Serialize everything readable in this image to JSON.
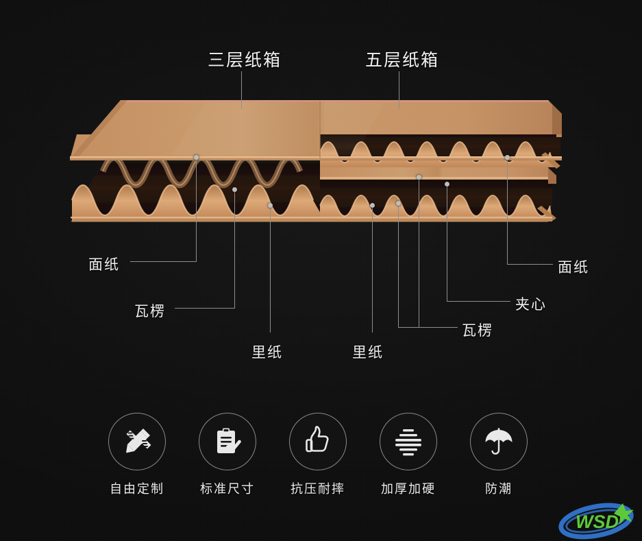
{
  "page": {
    "background_color": "#0d0d0d",
    "text_color": "#ededed",
    "line_color": "#8e8e8e",
    "board_color": "#c8996a"
  },
  "headings": {
    "three_layer": "三层纸箱",
    "five_layer": "五层纸箱"
  },
  "labels": {
    "left": {
      "face_paper": "面纸",
      "corrugated": "瓦楞",
      "inner_paper": "里纸"
    },
    "right": {
      "face_paper": "面纸",
      "core": "夹心",
      "corrugated": "瓦楞",
      "inner_paper": "里纸"
    }
  },
  "features": [
    {
      "icon": "pencil-ruler-icon",
      "label": "自由定制"
    },
    {
      "icon": "clipboard-check-icon",
      "label": "标准尺寸"
    },
    {
      "icon": "thumbs-up-icon",
      "label": "抗压耐摔"
    },
    {
      "icon": "stacked-layers-icon",
      "label": "加厚加硬"
    },
    {
      "icon": "umbrella-icon",
      "label": "防潮"
    }
  ],
  "logo": {
    "text": "WSD",
    "icon": "wsd-swoosh-star-logo",
    "text_color": "#5cc93a",
    "swoosh_color": "#2f6fc4",
    "star_color": "#5cc93a"
  }
}
